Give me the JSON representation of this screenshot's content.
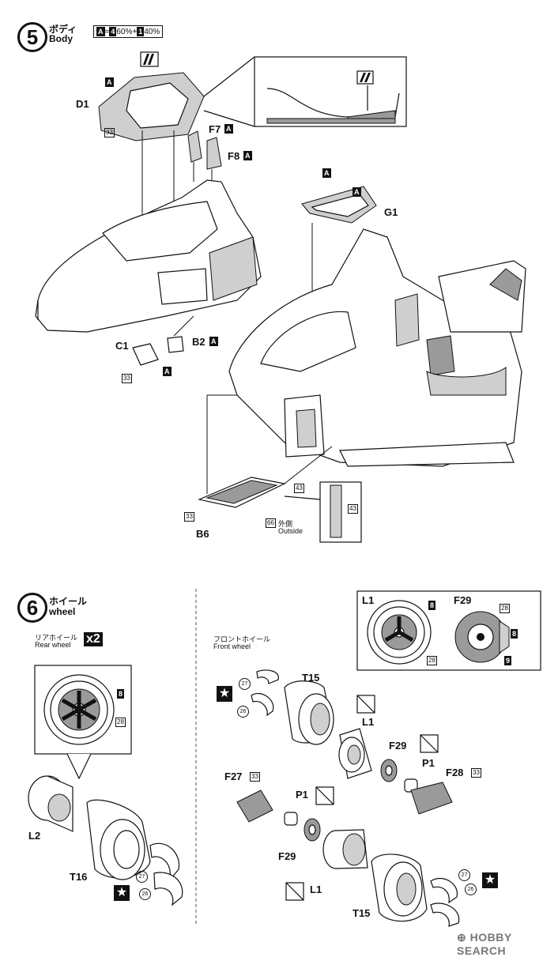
{
  "step5": {
    "number": "5",
    "title_jp": "ボディ",
    "title_en": "Body",
    "paint_legend": {
      "a": "A",
      "eq": "=",
      "c1": "4",
      "p1": "60%",
      "plus": "+",
      "c2": "1",
      "p2": "40%"
    },
    "parts": {
      "d1": "D1",
      "f7": "F7",
      "f8": "F8",
      "g1": "G1",
      "c1": "C1",
      "b2": "B2",
      "b6": "B6"
    },
    "colors": {
      "a": "A",
      "c33": "33",
      "c43": "43",
      "c66": "66"
    },
    "outside_jp": "外側",
    "outside_en": "Outside"
  },
  "step6": {
    "number": "6",
    "title_jp": "ホイール",
    "title_en": "wheel",
    "rear_jp": "リアホイール",
    "rear_en": "Rear wheel",
    "multiplier": "x2",
    "front_jp": "フロントホイール",
    "front_en": "Front wheel",
    "parts": {
      "l1": "L1",
      "f29": "F29",
      "t15": "T15",
      "p1": "P1",
      "f28": "F28",
      "f27": "F27",
      "l2": "L2",
      "t16": "T16"
    },
    "colors": {
      "c8": "8",
      "c9": "9",
      "c28": "28",
      "c26": "26",
      "c27": "27",
      "c33": "33"
    }
  },
  "watermark": "HOBBY SEARCH",
  "icons": [
    "star-icon",
    "decal-icon",
    "no-glue-icon"
  ]
}
